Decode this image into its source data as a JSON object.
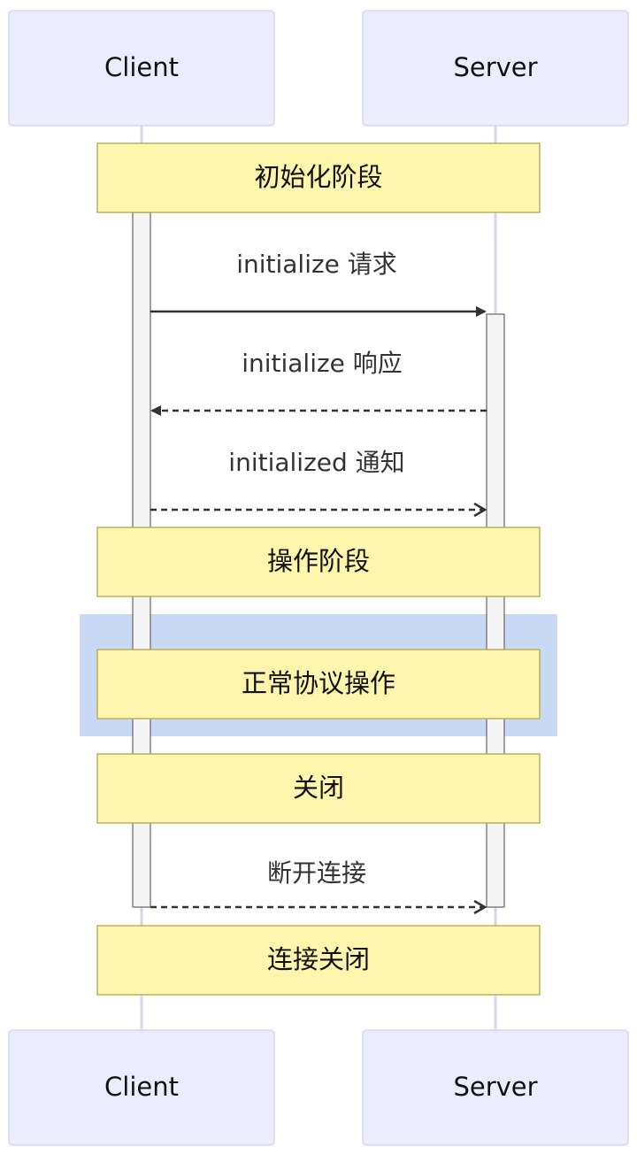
{
  "participants": {
    "client": "Client",
    "server": "Server"
  },
  "notes": {
    "init_phase": "初始化阶段",
    "operation_phase": "操作阶段",
    "normal_operation": "正常协议操作",
    "shutdown": "关闭",
    "connection_closed": "连接关闭"
  },
  "messages": {
    "initialize_request": "initialize 请求",
    "initialize_response": "initialize 响应",
    "initialized_notification": "initialized 通知",
    "disconnect": "断开连接"
  },
  "colors": {
    "actor_fill": "#ececff",
    "note_fill": "#fff5ad",
    "highlight_fill": "#c9d9f5",
    "lifeline": "#d9d4f2"
  }
}
